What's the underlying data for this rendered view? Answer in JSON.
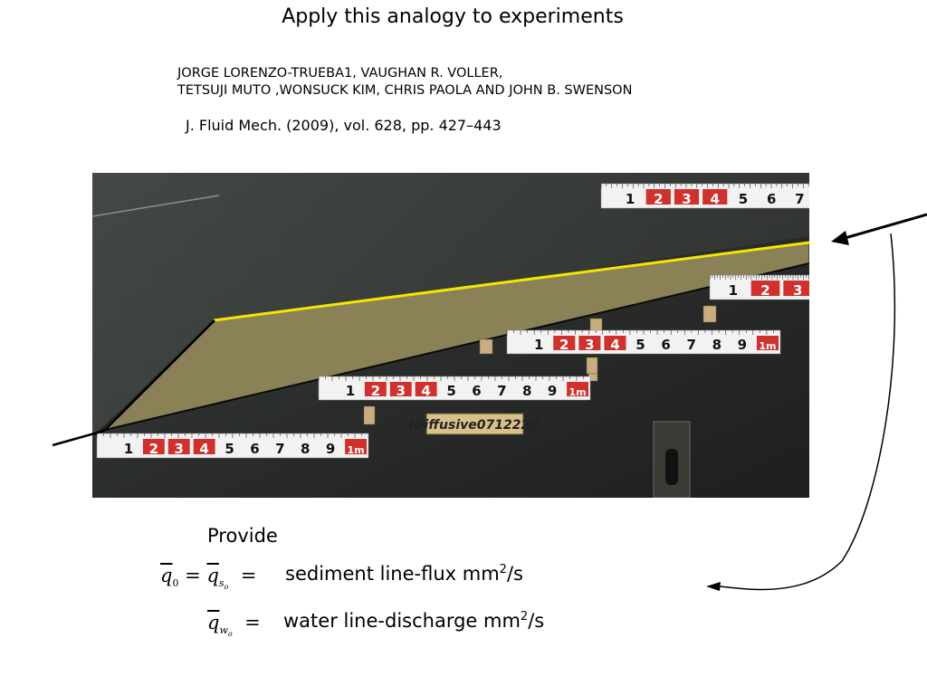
{
  "slide": {
    "title": "Apply this analogy to experiments",
    "authors_line1": "JORGE LORENZO-TRUEBA1, VAUGHAN R. VOLLER,",
    "authors_line2": "TETSUJI MUTO ,WONSUCK KIM, CHRIS PAOLA AND JOHN B. SWENSON",
    "citation": "J. Fluid Mech. (2009), vol. 628, pp. 427–443"
  },
  "photo": {
    "label_sign": "iDiffusive071222B",
    "ruler_digits": [
      "1",
      "2",
      "3",
      "4",
      "5",
      "6",
      "7",
      "8",
      "9"
    ],
    "ruler_unit": "1m",
    "colors": {
      "water_wall": "#2b2e2c",
      "deposit": "#8a8157",
      "shoreline_line": "#f5e600",
      "ruler_red": "#d0312d",
      "ruler_white": "#f2f2f2"
    }
  },
  "provide": {
    "label": "Provide",
    "sediment": {
      "q": "q",
      "sub0": "0",
      "sub_s": "s",
      "sub_s_o": "o",
      "eq": "=",
      "description": "sediment line-flux mm",
      "sup": "2",
      "unit_tail": "/s"
    },
    "water": {
      "q": "q",
      "sub_w": "w",
      "sub_w_o": "o",
      "eq": "=",
      "description": "water line-discharge mm",
      "sup": "2",
      "unit_tail": "/s"
    }
  }
}
